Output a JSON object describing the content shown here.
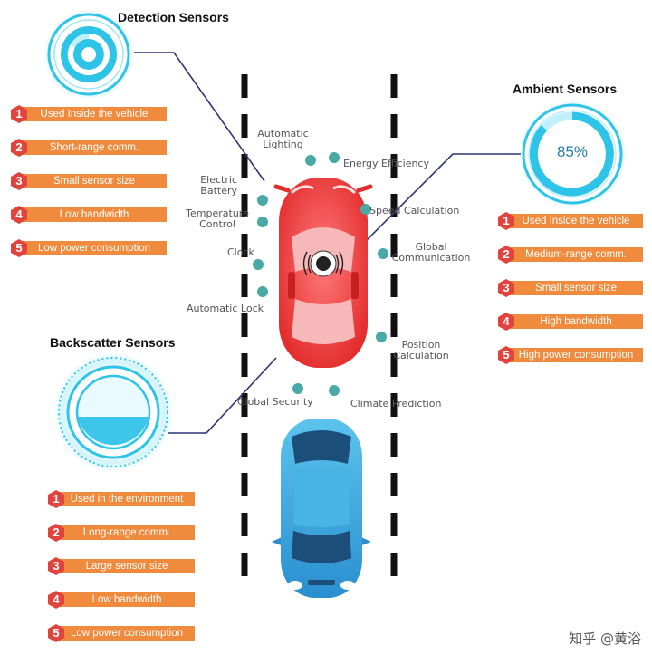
{
  "detection": {
    "title": "Detection Sensors",
    "items": [
      {
        "num": "1",
        "label": "Used Inside the vehicle"
      },
      {
        "num": "2",
        "label": "Short-range comm."
      },
      {
        "num": "3",
        "label": "Small sensor size"
      },
      {
        "num": "4",
        "label": "Low bandwidth"
      },
      {
        "num": "5",
        "label": "Low power consumption"
      }
    ]
  },
  "ambient": {
    "title": "Ambient Sensors",
    "gauge_value": "85%",
    "items": [
      {
        "num": "1",
        "label": "Used Inside the vehicle"
      },
      {
        "num": "2",
        "label": "Medium-range comm."
      },
      {
        "num": "3",
        "label": "Small sensor size"
      },
      {
        "num": "4",
        "label": "High bandwidth"
      },
      {
        "num": "5",
        "label": "High power consumption"
      }
    ]
  },
  "backscatter": {
    "title": "Backscatter Sensors",
    "items": [
      {
        "num": "1",
        "label": "Used in the environment"
      },
      {
        "num": "2",
        "label": "Long-range comm."
      },
      {
        "num": "3",
        "label": "Large sensor size"
      },
      {
        "num": "4",
        "label": "Low bandwidth"
      },
      {
        "num": "5",
        "label": "Low power consumption"
      }
    ]
  },
  "functions": {
    "automatic_lighting": [
      "Automatic",
      "Lighting"
    ],
    "energy_efficiency": "Energy Efficiency",
    "electric_battery": [
      "Electric",
      "Battery"
    ],
    "temperature_control": [
      "Temperature",
      "Control"
    ],
    "clock": "Clock",
    "automatic_lock": "Automatic Lock",
    "speed_calculation": "Speed Calculation",
    "global_communication": [
      "Global",
      "Communication"
    ],
    "position_calculation": [
      "Position",
      "Calculation"
    ],
    "global_security": "Global Security",
    "climate_prediction": "Climate Prediction"
  },
  "watermark": "知乎 @黄浴",
  "colors": {
    "accent_orange": "#f08a3c",
    "badge_red": "#e0443c",
    "gauge_cyan": "#2ec4e8",
    "line_navy": "#2b3478",
    "red_car": "#ee3a3a",
    "blue_car": "#3aa8de",
    "icon_teal": "#48a9a6"
  }
}
